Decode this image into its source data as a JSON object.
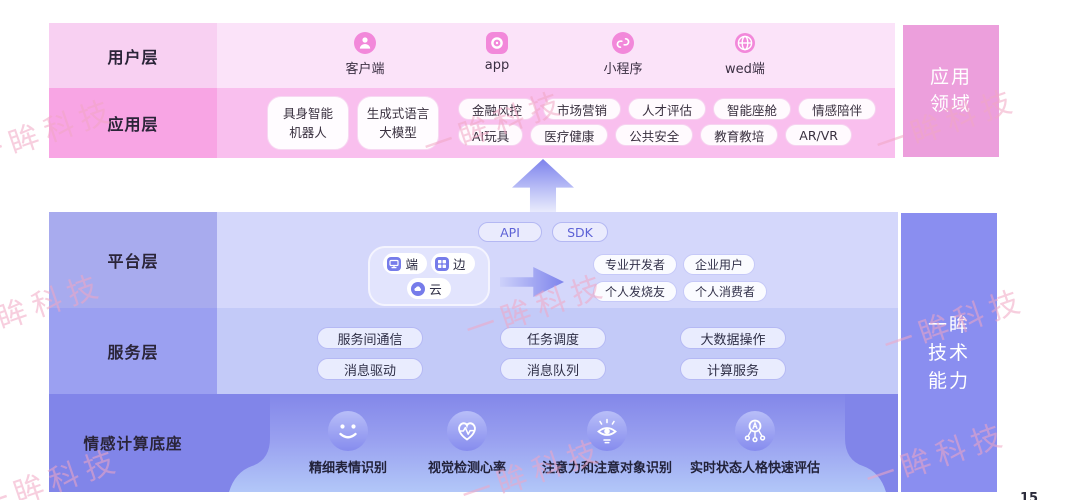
{
  "watermark": {
    "text": "一眸科技",
    "color": "#f1a6c3"
  },
  "page_number": "15",
  "colors": {
    "pink_label": "#f8a5e4",
    "pink_row": "#f9bfee",
    "pink_panel": "#ec9fdc",
    "pink_icon": "#f288da",
    "purple_label": "#a8abee",
    "purple_row": "#d4d7fb",
    "purple_panel": "#8a8ef0",
    "base_dark": "#8185e9",
    "base_gradient_bottom": "#b2c7f8",
    "arrow_purple": "#7d82ec"
  },
  "top": {
    "user_layer": {
      "label": "用户层",
      "items": [
        {
          "icon": "person-icon",
          "label": "客户端"
        },
        {
          "icon": "app-icon",
          "label": "app"
        },
        {
          "icon": "miniprogram-icon",
          "label": "小程序"
        },
        {
          "icon": "globe-icon",
          "label": "wed端"
        }
      ]
    },
    "app_layer": {
      "label": "应用层",
      "big_tags": [
        {
          "line1": "具身智能",
          "line2": "机器人"
        },
        {
          "line1": "生成式语言",
          "line2": "大模型"
        }
      ],
      "tags_row1": [
        "金融风控",
        "市场营销",
        "人才评估",
        "智能座舱",
        "情感陪伴"
      ],
      "tags_row2": [
        "AI玩具",
        "医疗健康",
        "公共安全",
        "教育教培",
        "AR/VR"
      ]
    },
    "domain_panel": {
      "line1": "应用",
      "line2": "领域"
    }
  },
  "bottom": {
    "platform_layer": {
      "label": "平台层",
      "api_pill": "API",
      "sdk_pill": "SDK",
      "edge_items": [
        {
          "icon": "device-icon",
          "label": "端"
        },
        {
          "icon": "edge-icon",
          "label": "边"
        },
        {
          "icon": "cloud-icon",
          "label": "云"
        }
      ],
      "audience_row1": [
        "专业开发者",
        "企业用户"
      ],
      "audience_row2": [
        "个人发烧友",
        "个人消费者"
      ]
    },
    "service_layer": {
      "label": "服务层",
      "groups": [
        {
          "top": "服务间通信",
          "bottom": "消息驱动"
        },
        {
          "top": "任务调度",
          "bottom": "消息队列"
        },
        {
          "top": "大数据操作",
          "bottom": "计算服务"
        }
      ]
    },
    "base_layer": {
      "label": "情感计算底座",
      "features": [
        {
          "icon": "smiley-icon",
          "label": "精细表情识别"
        },
        {
          "icon": "heart-rate-icon",
          "label": "视觉检测心率"
        },
        {
          "icon": "eye-attention-icon",
          "label": "注意力和注意对象识别"
        },
        {
          "icon": "personality-network-icon",
          "label": "实时状态人格快速评估"
        }
      ]
    },
    "tech_panel": {
      "line1": "一眸",
      "line2": "技术",
      "line3": "能力"
    }
  }
}
